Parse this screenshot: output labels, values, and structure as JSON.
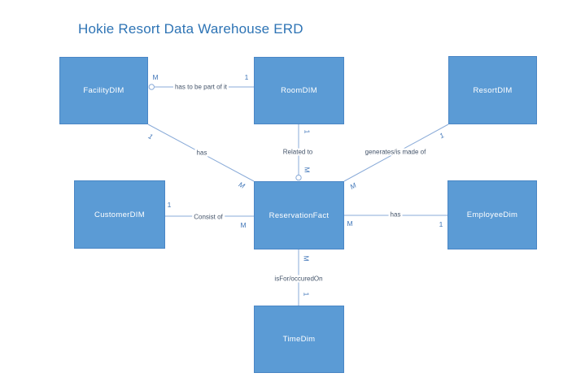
{
  "title": "Hokie Resort Data Warehouse ERD",
  "entities": {
    "facility": {
      "label": "FacilityDIM"
    },
    "room": {
      "label": "RoomDIM"
    },
    "resort": {
      "label": "ResortDIM"
    },
    "customer": {
      "label": "CustomerDIM"
    },
    "reservation": {
      "label": "ReservationFact"
    },
    "employee": {
      "label": "EmployeeDim"
    },
    "time": {
      "label": "TimeDim"
    }
  },
  "connections": {
    "facility_room": {
      "label": "has to be part of it",
      "from_cardinality": "M",
      "to_cardinality": "1"
    },
    "facility_reservation": {
      "label": "has",
      "from_cardinality": "1",
      "to_cardinality": "M"
    },
    "room_reservation": {
      "label": "Related to",
      "from_cardinality": "1",
      "to_cardinality": "M"
    },
    "resort_reservation": {
      "label": "generates/is made of",
      "from_cardinality": "1",
      "to_cardinality": "M"
    },
    "customer_reservation": {
      "label": "Consist of",
      "from_cardinality": "1",
      "to_cardinality": "M"
    },
    "reservation_employee": {
      "label": "has",
      "from_cardinality": "M",
      "to_cardinality": "1"
    },
    "reservation_time": {
      "label": "isFor/occuredOn",
      "from_cardinality": "M",
      "to_cardinality": "1"
    }
  },
  "colors": {
    "entity_fill": "#5b9bd5",
    "entity_border": "#4a86c5",
    "entity_text": "#ffffff",
    "connector_line": "#8aabd8",
    "title_text": "#2e74b5",
    "cardinality_text": "#4076b8",
    "relationship_text": "#44546a"
  }
}
